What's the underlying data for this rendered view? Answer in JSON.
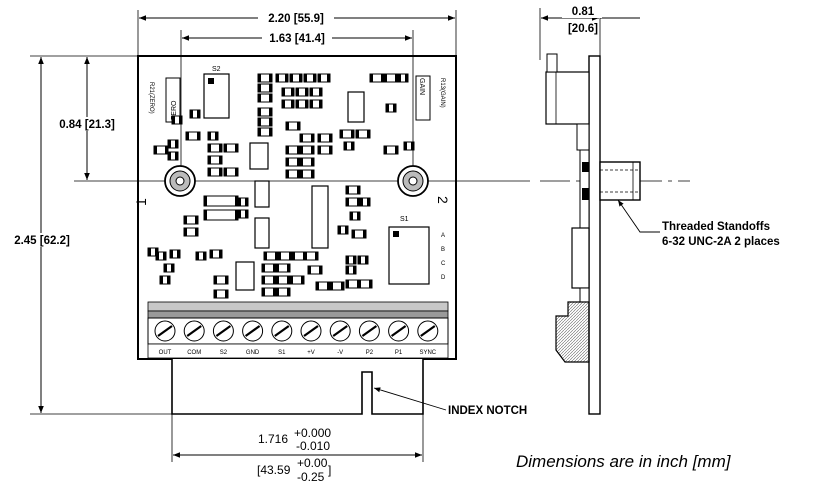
{
  "dimensions": {
    "overall_width": "2.20 [55.9]",
    "pot_spacing": "1.63 [41.4]",
    "side_thickness": "0.81",
    "side_thickness_mm": "[20.6]",
    "pot_height": "0.84 [21.3]",
    "overall_height": "2.45 [62.2]",
    "edge_width": "1.716",
    "edge_tol_plus": "+0.000",
    "edge_tol_minus": "-0.010",
    "edge_width_mm": "[43.59",
    "edge_tol_plus_mm": "+0.00",
    "edge_tol_minus_mm": "-0.25",
    "edge_close": "]"
  },
  "annotations": {
    "standoffs_line1": "Threaded  Standoffs",
    "standoffs_line2": "6-32 UNC-2A  2 places",
    "index_notch": "INDEX NOTCH",
    "units_note": "Dimensions are in inch [mm]"
  },
  "board": {
    "zero_label": "ZERO",
    "gain_label": "GAIN",
    "r21_label": "R21(ZERO)",
    "r13_label": "R13(GAIN)",
    "s2_label": "S2",
    "s1_label": "S1",
    "hole1_label": "1",
    "hole2_label": "2",
    "terminals": [
      "OUT",
      "COM",
      "S2",
      "GND",
      "S1",
      "+V",
      "-V",
      "P2",
      "P1",
      "SYNC"
    ],
    "abcd": [
      "A",
      "B",
      "C",
      "D"
    ]
  }
}
